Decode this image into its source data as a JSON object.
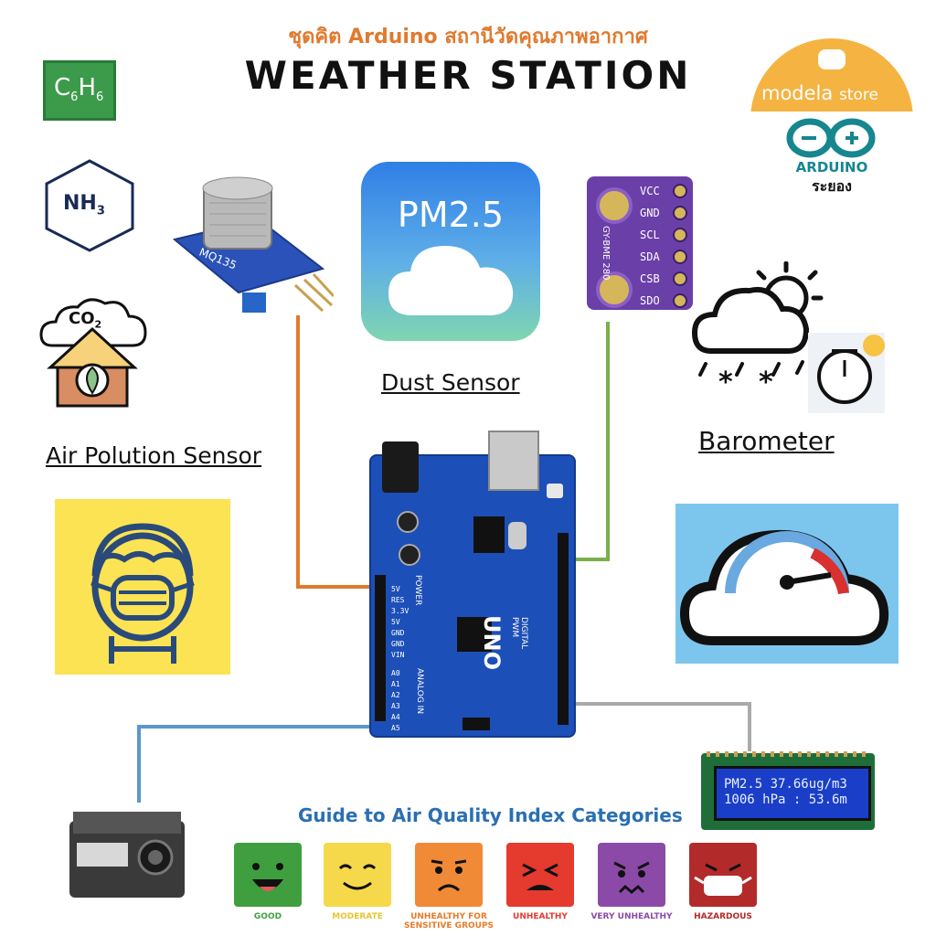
{
  "header": {
    "thai_title": "ชุดคิต Arduino สถานีวัดคุณภาพอากาศ",
    "title": "WEATHER STATION"
  },
  "logo": {
    "brand": "modela",
    "brand_suffix": "store",
    "arduino": "ARDUINO",
    "location": "ระยอง"
  },
  "gases": {
    "benzene": {
      "C": "C",
      "sub1": "6",
      "H": "H",
      "sub2": "6"
    },
    "ammonia": {
      "text": "NH",
      "sub": "3"
    },
    "co2": {
      "text": "CO",
      "sub": "2"
    }
  },
  "sensors": {
    "mq135_label": "MQ135",
    "pm_tile": "PM2.5",
    "dust_label": "Dust Sensor",
    "air_label": "Air Polution Sensor",
    "barometer_label": "Barometer",
    "bme_pins": [
      "VCC",
      "GND",
      "SCL",
      "SDA",
      "CSB",
      "SDO"
    ],
    "bme_chip": "GY-BME 280"
  },
  "board": {
    "name": "UNO",
    "power": "POWER",
    "digital": "DIGITAL PWM",
    "analog": "ANALOG IN",
    "power_pins": [
      "5V",
      "RES",
      "3.3V",
      "5V",
      "GND",
      "GND",
      "VIN"
    ],
    "analog_pins": [
      "A0",
      "A1",
      "A2",
      "A3",
      "A4",
      "A5"
    ]
  },
  "lcd": {
    "line1": "PM2.5 37.66ug/m3",
    "line2": "1006 hPa : 53.6m"
  },
  "aqi": {
    "title": "Guide to Air Quality Index Categories",
    "categories": [
      {
        "label": "GOOD",
        "color": "#3f9f3f",
        "text_color": "#3f9f3f"
      },
      {
        "label": "MODERATE",
        "color": "#f6d94a",
        "text_color": "#e6c530"
      },
      {
        "label": "UNHEALTHY FOR SENSITIVE GROUPS",
        "color": "#f08a36",
        "text_color": "#e57c2a"
      },
      {
        "label": "UNHEALTHY",
        "color": "#e53a2e",
        "text_color": "#e53a2e"
      },
      {
        "label": "VERY UNHEALTHY",
        "color": "#8b4aa8",
        "text_color": "#8b4aa8"
      },
      {
        "label": "HAZARDOUS",
        "color": "#b32a2a",
        "text_color": "#b32a2a"
      }
    ]
  },
  "colors": {
    "orange_wire": "#e07a2e",
    "green_wire": "#7ab04a",
    "blue_wire": "#5b97cc",
    "gray_wire": "#aaaaaa",
    "board_blue": "#1d4fb8",
    "purple_board": "#6b3fa8",
    "lcd_screen": "#1b3ec9"
  }
}
